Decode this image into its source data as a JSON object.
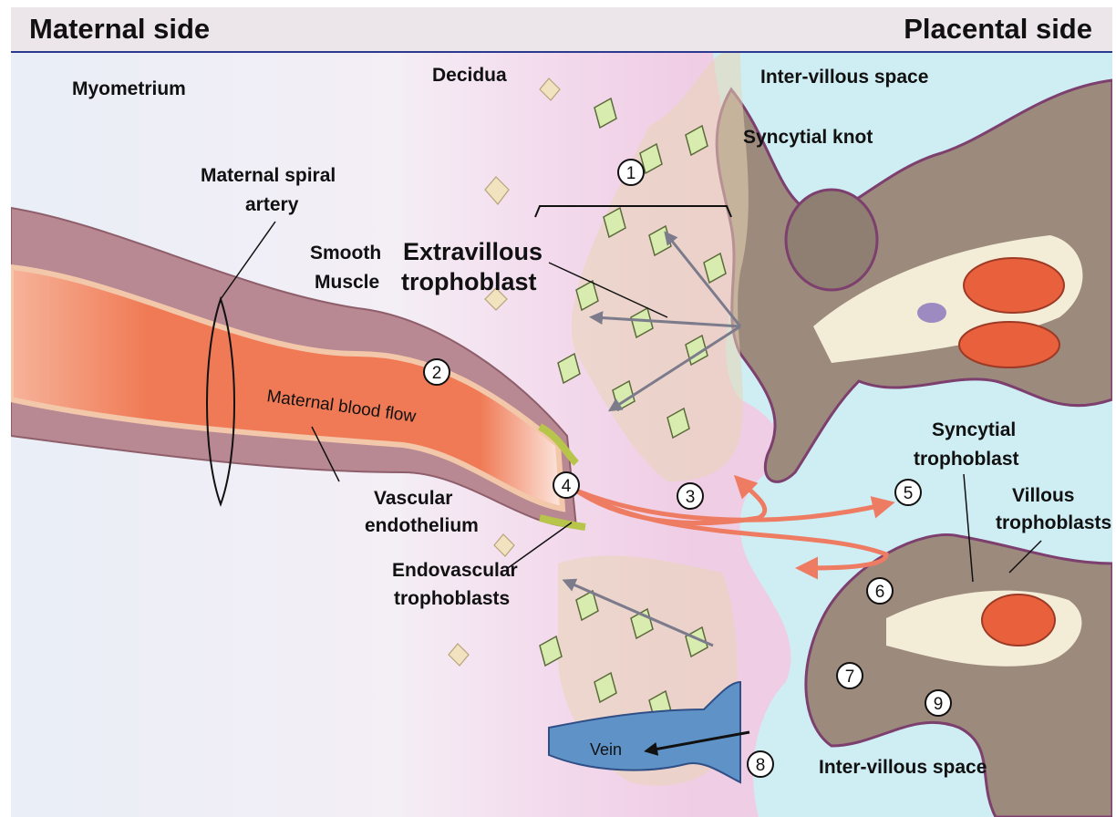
{
  "header": {
    "left": "Maternal side",
    "right": "Placental side"
  },
  "labels": {
    "myometrium": "Myometrium",
    "decidua": "Decidua",
    "intervillous_top": "Inter-villous space",
    "intervillous_bottom": "Inter-villous space",
    "spiral_artery_1": "Maternal spiral",
    "spiral_artery_2": "artery",
    "smooth_muscle_1": "Smooth",
    "smooth_muscle_2": "Muscle",
    "evt_1": "Extravillous",
    "evt_2": "trophoblast",
    "syncytial_knot": "Syncytial knot",
    "blood_flow": "Maternal blood flow",
    "vascular_endo_1": "Vascular",
    "vascular_endo_2": "endothelium",
    "endovascular_1": "Endovascular",
    "endovascular_2": "trophoblasts",
    "syncytial_troph_1": "Syncytial",
    "syncytial_troph_2": "trophoblast",
    "villous_troph_1": "Villous",
    "villous_troph_2": "trophoblasts",
    "vein": "Vein"
  },
  "markers": [
    "1",
    "2",
    "3",
    "4",
    "5",
    "6",
    "7",
    "8",
    "9"
  ],
  "colors": {
    "artery": "#f07a55",
    "artery_wall": "#a9747f",
    "intervillous": "#cfeef4",
    "villus": "#9c8a7d",
    "decidua": "#f1d8ea",
    "cell": "#d9ecb0",
    "vein": "#5f93c8",
    "flow_arrow": "#ee7c63"
  }
}
